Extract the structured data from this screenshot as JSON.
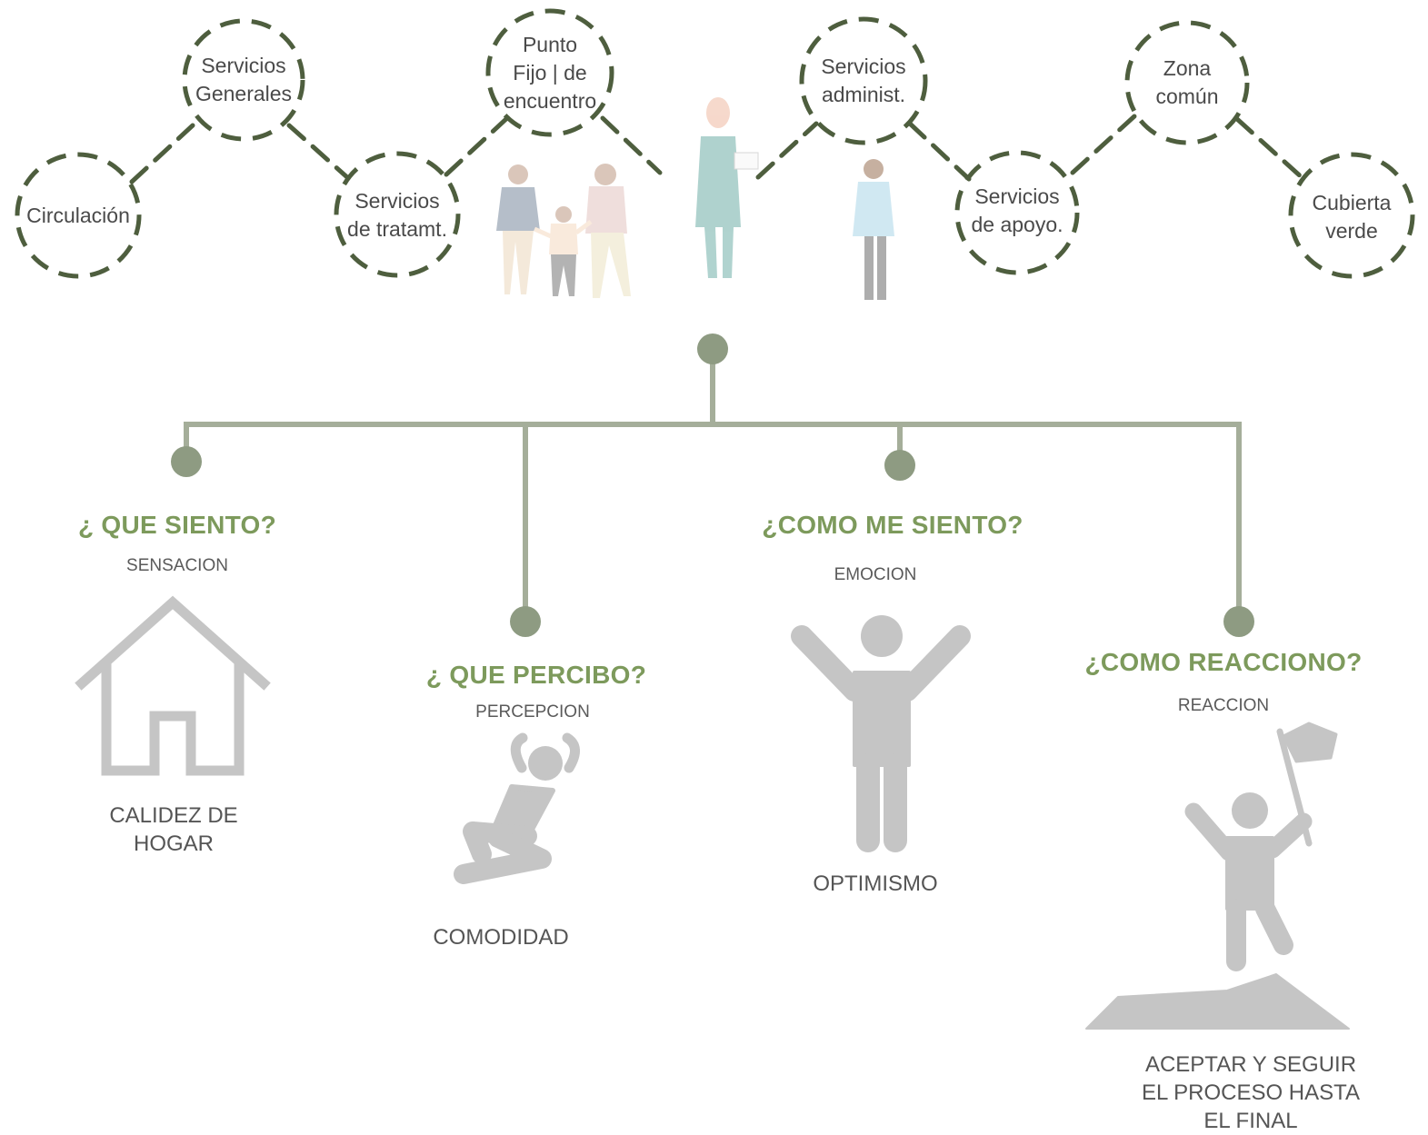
{
  "colors": {
    "dash": "#4e5e3e",
    "connector": "#a5ae9a",
    "node": "#8e9b82",
    "accent_green": "#7d9a5c",
    "icon_gray": "#c5c5c5"
  },
  "flow_nodes": [
    {
      "label": "Circulación"
    },
    {
      "label": "Servicios\nGenerales"
    },
    {
      "label": "Servicios\nde tratamt."
    },
    {
      "label": "Punto\nFijo | de\nencuentro"
    },
    {
      "label": "Servicios\nadminist."
    },
    {
      "label": "Servicios\nde apoyo."
    },
    {
      "label": "Zona\ncomún"
    },
    {
      "label": "Cubierta\nverde"
    }
  ],
  "illustrations": [
    "family-illustration",
    "patient-illustration",
    "doctor-illustration"
  ],
  "branches": [
    {
      "title": "¿ QUE SIENTO?",
      "subtitle": "SENSACION",
      "result": "CALIDEZ DE\nHOGAR",
      "icon": "house-icon"
    },
    {
      "title": "¿ QUE PERCIBO?",
      "subtitle": "PERCEPCION",
      "result": "COMODIDAD",
      "icon": "relaxed-person-icon"
    },
    {
      "title": "¿COMO ME SIENTO?",
      "subtitle": "EMOCION",
      "result": "OPTIMISMO",
      "icon": "cheering-person-icon"
    },
    {
      "title": "¿COMO REACCIONO?",
      "subtitle": "REACCION",
      "result": "ACEPTAR Y SEGUIR\nEL PROCESO HASTA\nEL FINAL",
      "icon": "summit-flag-icon"
    }
  ]
}
